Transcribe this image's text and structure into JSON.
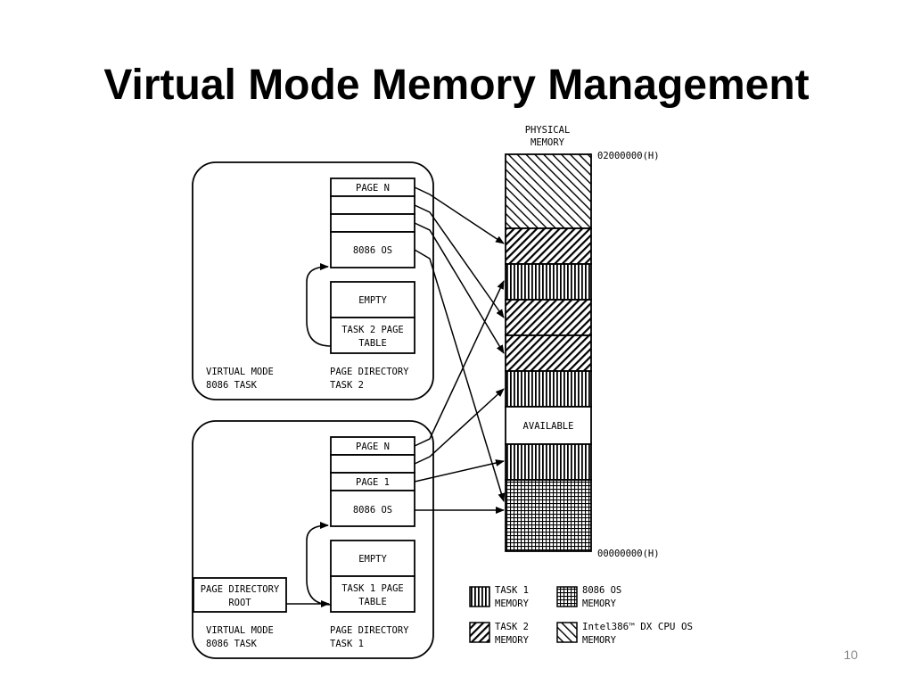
{
  "slide": {
    "title": "Virtual Mode Memory Management",
    "page_number": "10"
  },
  "physical_memory": {
    "label_line1": "PHYSICAL",
    "label_line2": "MEMORY",
    "top_address": "02000000(H)",
    "bottom_address": "00000000(H)",
    "available_label": "AVAILABLE"
  },
  "task2": {
    "mode_line1": "VIRTUAL MODE",
    "mode_line2": "8086 TASK",
    "dir_line1": "PAGE DIRECTORY",
    "dir_line2": "TASK 2",
    "page_n": "PAGE N",
    "os": "8086 OS",
    "empty": "EMPTY",
    "pt_line1": "TASK 2 PAGE",
    "pt_line2": "TABLE"
  },
  "task1": {
    "mode_line1": "VIRTUAL MODE",
    "mode_line2": "8086 TASK",
    "dir_line1": "PAGE DIRECTORY",
    "dir_line2": "TASK 1",
    "page_n": "PAGE N",
    "page_1": "PAGE 1",
    "os": "8086 OS",
    "empty": "EMPTY",
    "pt_line1": "TASK 1 PAGE",
    "pt_line2": "TABLE"
  },
  "root": {
    "line1": "PAGE DIRECTORY",
    "line2": "ROOT"
  },
  "legend": {
    "task1_line1": "TASK 1",
    "task1_line2": "MEMORY",
    "os_line1": "8086 OS",
    "os_line2": "MEMORY",
    "task2_line1": "TASK 2",
    "task2_line2": "MEMORY",
    "cpu_line1": "Intel386™ DX CPU OS",
    "cpu_line2": "MEMORY"
  }
}
